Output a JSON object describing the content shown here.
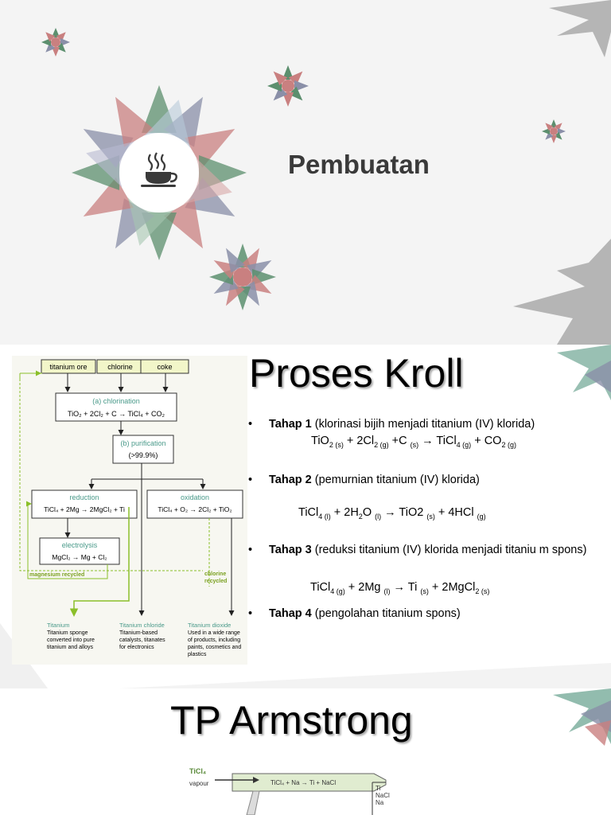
{
  "slide1": {
    "title": "Pembuatan",
    "icon": "coffee-cup-icon"
  },
  "slide2": {
    "title": "Proses Kroll",
    "diagram": {
      "inputs": [
        "titanium ore",
        "chlorine",
        "coke"
      ],
      "chlorination_label": "(a) chlorination",
      "chlorination_eq": "TiO₂ + 2Cl₂ + C → TiCl₄ + CO₂",
      "purification_label": "(b) purification",
      "purification_value": "(>99.9%)",
      "reduction_label": "reduction",
      "reduction_eq": "TiCl₄ + 2Mg → 2MgCl₂ + Ti",
      "oxidation_label": "oxidation",
      "oxidation_eq": "TiCl₄ + O₂ → 2Cl₂ + TiO₂",
      "electrolysis_label": "electrolysis",
      "electrolysis_eq": "MgCl₂ → Mg + Cl₂",
      "magnesium_recycled": "magnesium recycled",
      "chlorine_recycled_1": "chlorine",
      "chlorine_recycled_2": "recycled",
      "outputs": [
        {
          "name": "Titanium",
          "desc": [
            "Titanium sponge",
            "converted into pure",
            "titanium and alloys"
          ]
        },
        {
          "name": "Titanium chloride",
          "desc": [
            "Titanium-based",
            "catalysts, titanates",
            "for electronics"
          ]
        },
        {
          "name": "Titanium dioxide",
          "desc": [
            "Used in a wide range",
            "of products, including",
            "paints, cosmetics and",
            "plastics"
          ]
        }
      ]
    },
    "steps": [
      {
        "bullet": "•",
        "label": "Tahap 1",
        "text": " (klorinasi bijih menjadi titanium (IV) klorida)"
      },
      {
        "bullet": "•",
        "label": "Tahap 2",
        "text": " (pemurnian titanium (IV) klorida)"
      },
      {
        "bullet": "•",
        "label": "Tahap 3",
        "text": "  (reduksi titanium (IV) klorida menjadi titaniu m spons)"
      },
      {
        "bullet": "•",
        "label": "Tahap 4",
        "text": " (pengolahan titanium spons)"
      }
    ]
  },
  "slide3": {
    "title": "TP Armstrong",
    "diagram": {
      "feed": "TiCl₄",
      "feed_sub": "vapour",
      "reaction": "TiCl₄ + Na → Ti + NaCl",
      "products": [
        "Ti",
        "NaCl",
        "Na"
      ]
    }
  }
}
